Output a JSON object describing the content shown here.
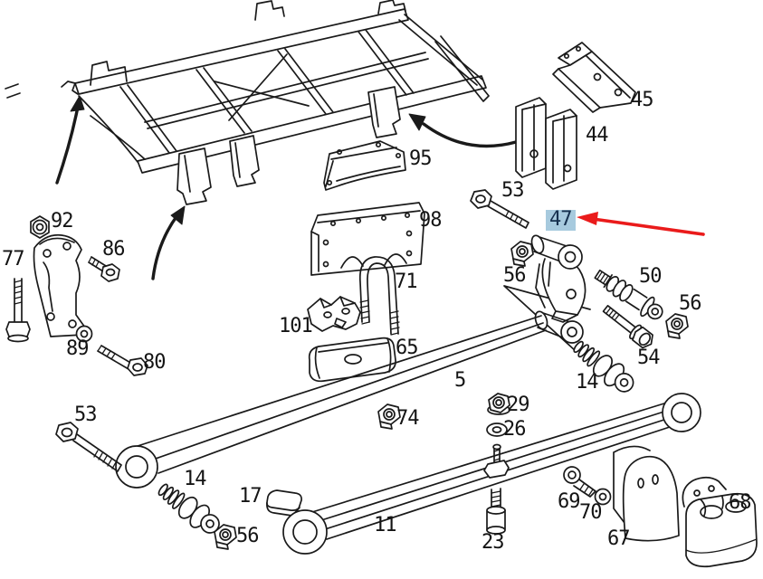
{
  "diagram": {
    "type": "vehicle-parts-exploded-diagram",
    "subject": "truck ladder frame with rear leaf-spring suspension components",
    "background_color": "#ffffff",
    "line_color": "#1a1a1a",
    "highlight_color": "#a7cade",
    "red_arrow_color": "#ea1b1b",
    "labels": [
      {
        "part": "92",
        "text": "92"
      },
      {
        "part": "77",
        "text": "77"
      },
      {
        "part": "86",
        "text": "86"
      },
      {
        "part": "89",
        "text": "89"
      },
      {
        "part": "80",
        "text": "80"
      },
      {
        "part": "53",
        "text": "53"
      },
      {
        "part": "14",
        "text": "14"
      },
      {
        "part": "17",
        "text": "17"
      },
      {
        "part": "56",
        "text": "56"
      },
      {
        "part": "95",
        "text": "95"
      },
      {
        "part": "98",
        "text": "98"
      },
      {
        "part": "71",
        "text": "71"
      },
      {
        "part": "101",
        "text": "101"
      },
      {
        "part": "65",
        "text": "65"
      },
      {
        "part": "53",
        "text": "53"
      },
      {
        "part": "47",
        "text": "47",
        "highlighted": true
      },
      {
        "part": "56",
        "text": "56"
      },
      {
        "part": "50",
        "text": "50"
      },
      {
        "part": "56",
        "text": "56"
      },
      {
        "part": "54",
        "text": "54"
      },
      {
        "part": "14",
        "text": "14"
      },
      {
        "part": "5",
        "text": "5"
      },
      {
        "part": "74",
        "text": "74"
      },
      {
        "part": "29",
        "text": "29"
      },
      {
        "part": "26",
        "text": "26"
      },
      {
        "part": "11",
        "text": "11"
      },
      {
        "part": "23",
        "text": "23"
      },
      {
        "part": "69",
        "text": "69"
      },
      {
        "part": "70",
        "text": "70"
      },
      {
        "part": "67",
        "text": "67"
      },
      {
        "part": "68",
        "text": "68"
      },
      {
        "part": "45",
        "text": "45"
      },
      {
        "part": "44",
        "text": "44"
      }
    ],
    "annotations": {
      "highlighted_part": "47",
      "red_arrow_points_to": "47",
      "black_arrow_count": 3
    },
    "parts_visible": [
      "5",
      "11",
      "14",
      "17",
      "23",
      "26",
      "29",
      "44",
      "45",
      "47",
      "50",
      "53",
      "54",
      "56",
      "65",
      "67",
      "68",
      "69",
      "70",
      "71",
      "74",
      "77",
      "80",
      "86",
      "89",
      "92",
      "95",
      "98",
      "101"
    ]
  }
}
